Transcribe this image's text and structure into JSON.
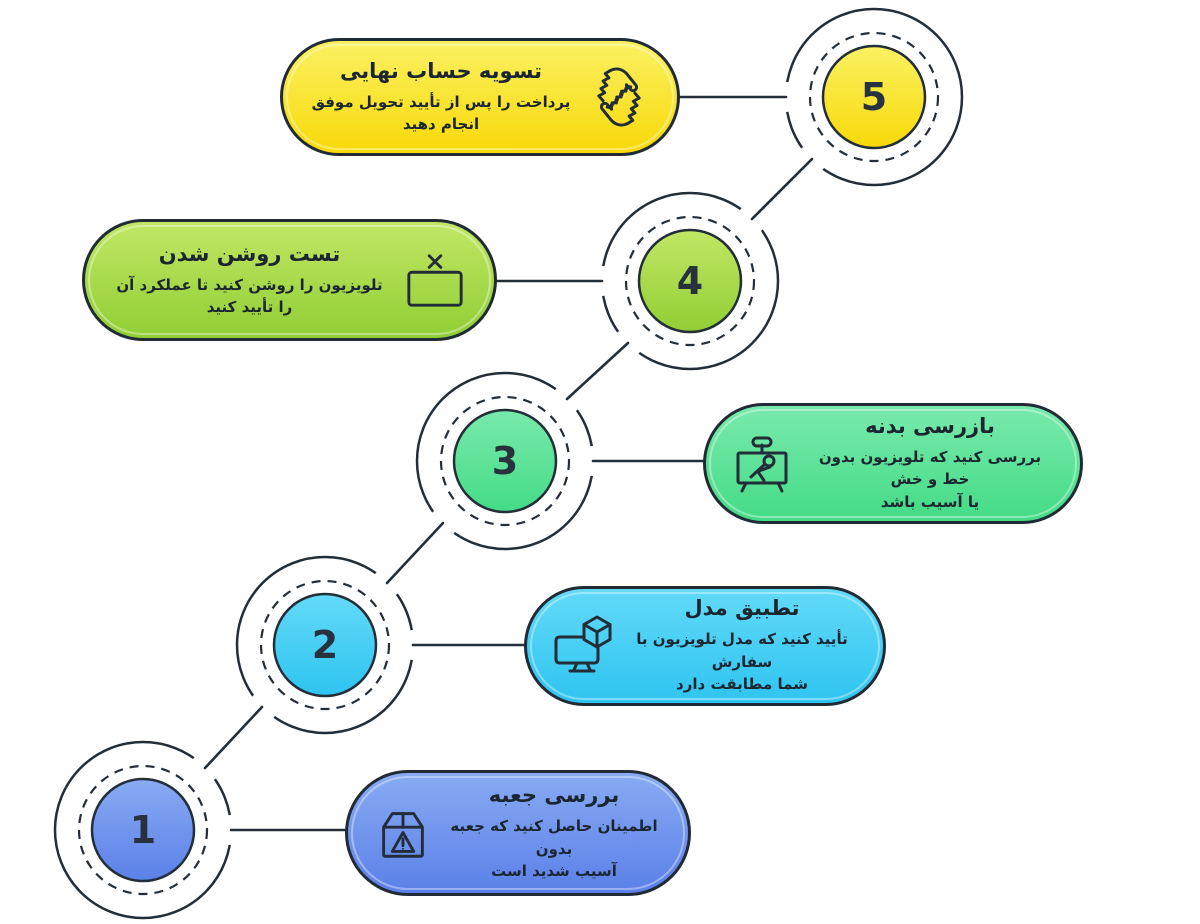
{
  "canvas": {
    "background": "#ffffff",
    "line_color": "#232e39",
    "text_color": "#1b2630"
  },
  "steps": [
    {
      "number": "1",
      "title": "بررسی جعبه",
      "desc1": "اطمینان حاصل کنید که جعبه بدون",
      "desc2": "آسیب شدید است",
      "icon": "box-warning-icon",
      "colors": {
        "light": "#88ABF3",
        "dark": "#5B80E8"
      }
    },
    {
      "number": "2",
      "title": "تطبیق مدل",
      "desc1": "تأیید کنید که مدل تلویزیون با سفارش",
      "desc2": "شما مطابقت دارد",
      "icon": "monitor-cube-icon",
      "colors": {
        "light": "#63DAF8",
        "dark": "#2EC4F0"
      }
    },
    {
      "number": "3",
      "title": "بازرسی بدنه",
      "desc1": "بررسی کنید که تلویزیون بدون خط و خش",
      "desc2": "یا آسیب باشد",
      "icon": "tv-inspect-icon",
      "colors": {
        "light": "#79EAAC",
        "dark": "#44DB86"
      }
    },
    {
      "number": "4",
      "title": "تست روشن شدن",
      "desc1": "تلویزیون را روشن کنید تا عملکرد آن را تأیید کنید",
      "desc2": "",
      "icon": "tv-power-x-icon",
      "colors": {
        "light": "#C2E765",
        "dark": "#90CE34"
      }
    },
    {
      "number": "5",
      "title": "تسویه حساب نهایی",
      "desc1": "پرداخت را پس از تأیید تحویل موفق انجام دهید",
      "desc2": "",
      "icon": "handshake-icon",
      "colors": {
        "light": "#FBF163",
        "dark": "#F7D908"
      }
    }
  ]
}
